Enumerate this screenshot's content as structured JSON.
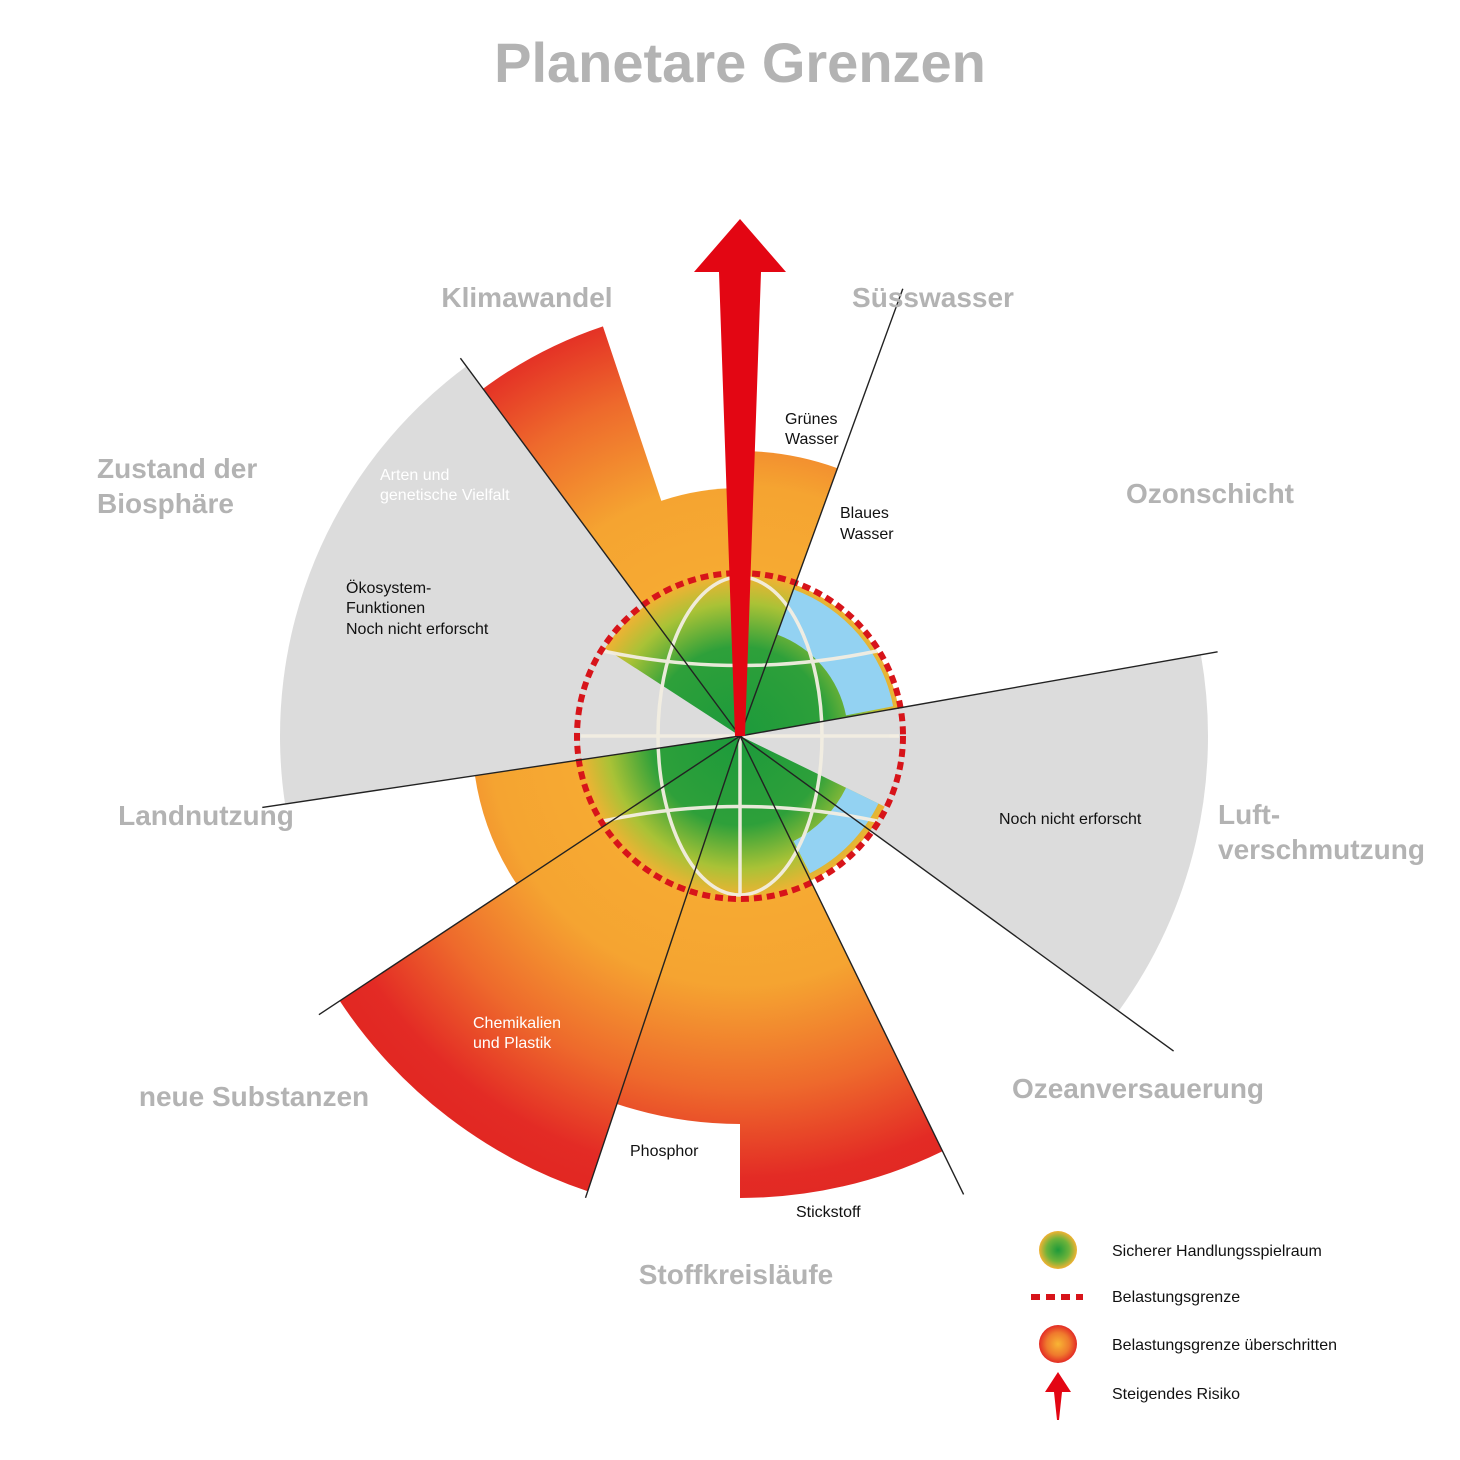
{
  "title": "Planetare Grenzen",
  "categories": {
    "klimawandel": "Klimawandel",
    "suesswasser": "Süsswasser",
    "ozonschicht": "Ozonschicht",
    "luft_1": "Luft-",
    "luft_2": "verschmutzung",
    "ozeanversauerung": "Ozeanversauerung",
    "stoffkreislaeufe": "Stoffkreisläufe",
    "neue_substanzen": "neue Substanzen",
    "landnutzung": "Landnutzung",
    "biosphaere_1": "Zustand der",
    "biosphaere_2": "Biosphäre"
  },
  "segment_labels": {
    "gruenes_1": "Grünes",
    "gruenes_2": "Wasser",
    "blaues_1": "Blaues",
    "blaues_2": "Wasser",
    "luft_unexplored": "Noch nicht erforscht",
    "arten_1": "Arten und",
    "arten_2": "genetische Vielfalt",
    "oeko_1": "Ökosystem-",
    "oeko_2": "Funktionen",
    "oeko_3": "Noch nicht erforscht",
    "chem_1": "Chemikalien",
    "chem_2": "und Plastik",
    "phosphor": "Phosphor",
    "stickstoff": "Stickstoff"
  },
  "legend": {
    "safe": "Sicherer Handlungsspielraum",
    "boundary": "Belastungsgrenze",
    "exceeded": "Belastungsgrenze überschritten",
    "risk": "Steigendes Risiko"
  },
  "colors": {
    "safe_green": "#1e9a3a",
    "boundary_red": "#d7141a",
    "exceeded_orange": "#f5a431",
    "exceeded_red": "#e32b25",
    "blue_water": "#93d2f2",
    "unexplored_gray": "#dcdcdc",
    "label_gray": "#b3b3b3"
  }
}
